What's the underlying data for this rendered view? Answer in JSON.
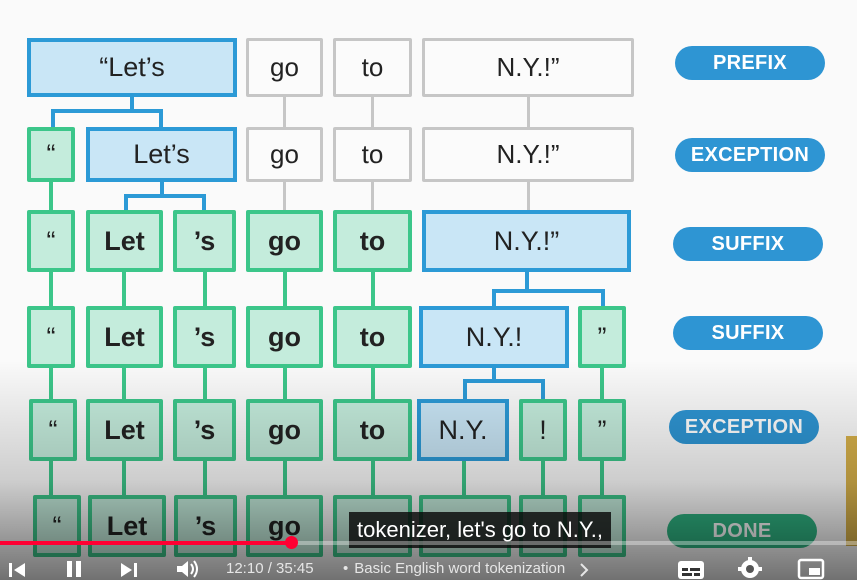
{
  "rows": [
    [
      "“Let’s",
      "go",
      "to",
      "N.Y.!”"
    ],
    [
      "“",
      "Let’s",
      "go",
      "to",
      "N.Y.!”"
    ],
    [
      "“",
      "Let",
      "’s",
      "go",
      "to",
      "N.Y.!”"
    ],
    [
      "“",
      "Let",
      "’s",
      "go",
      "to",
      "N.Y.!",
      "”"
    ],
    [
      "“",
      "Let",
      "’s",
      "go",
      "to",
      "N.Y.",
      "!",
      "”"
    ],
    [
      "“",
      "Let",
      "’s",
      "go"
    ]
  ],
  "labels": [
    "PREFIX",
    "EXCEPTION",
    "SUFFIX",
    "SUFFIX",
    "EXCEPTION",
    "DONE"
  ],
  "colors": {
    "blue": "#2c9ad6",
    "green": "#3cc68a",
    "gray": "#c6c6c6",
    "pill_blue": "#2e95d3",
    "pill_green": "#2fb482",
    "progress": "#ff0033"
  },
  "player": {
    "caption": "tokenizer, let's go to N.Y.,",
    "time": "12:10 / 35:45",
    "chapter": "Basic English word tokenization",
    "progress_fraction": 0.34,
    "icons": [
      "skip-back-icon",
      "pause-icon",
      "skip-next-icon",
      "volume-icon",
      "subtitles-icon",
      "settings-icon",
      "miniplayer-icon"
    ]
  }
}
